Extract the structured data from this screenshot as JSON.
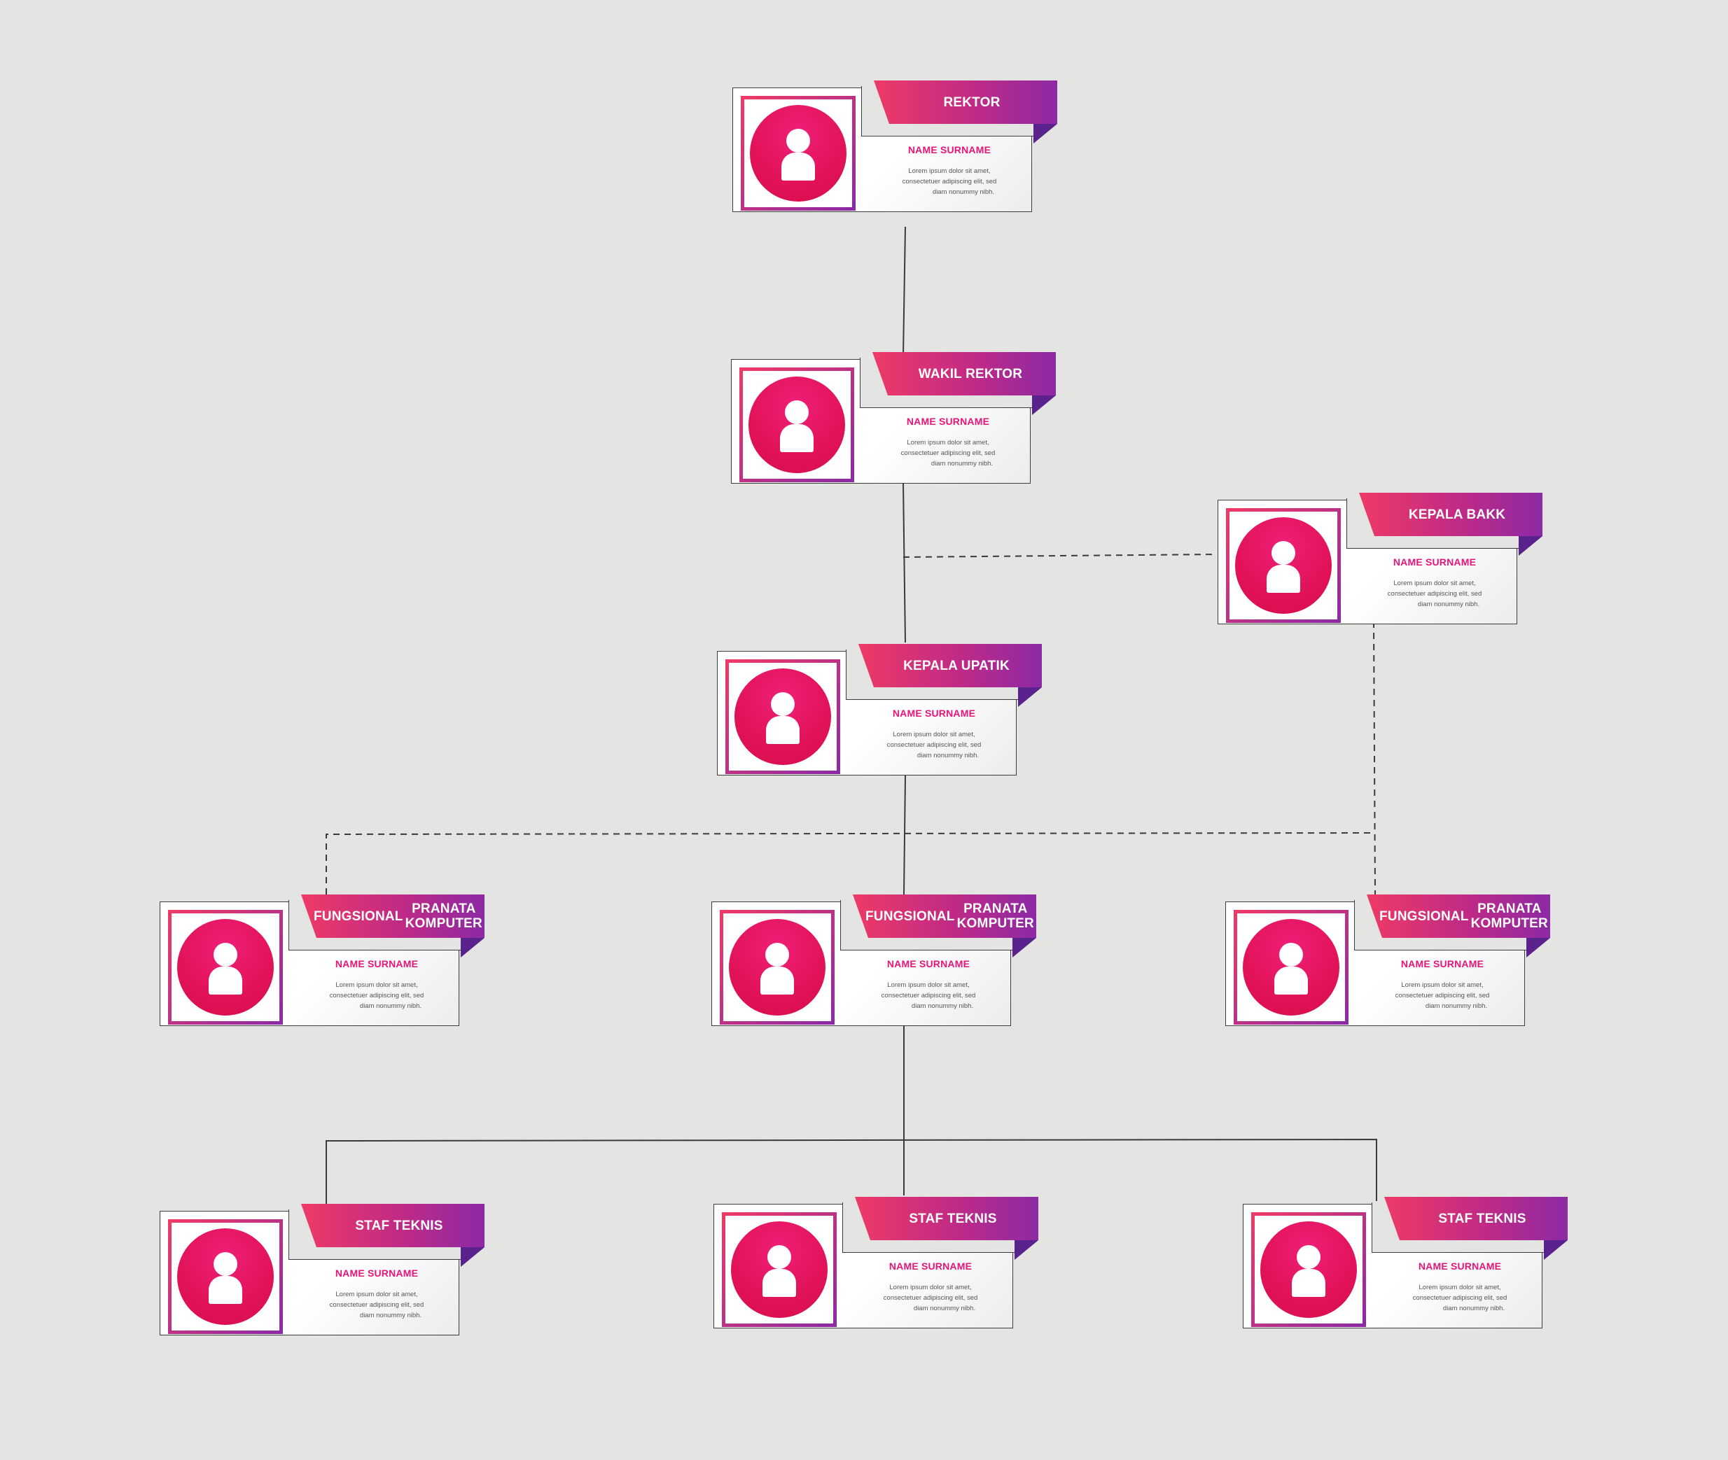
{
  "colors": {
    "background": "#e4e4e2",
    "ribbon_start": "#ee3a66",
    "ribbon_end": "#8c2aa5",
    "name_text": "#e6157a",
    "avatar": "#e21258"
  },
  "icons": {
    "avatar": "person-icon"
  },
  "cards": [
    {
      "id": "rektor",
      "title": [
        "REKTOR"
      ],
      "name": "NAME SURNAME",
      "desc": [
        "Lorem ipsum dolor sit amet,",
        "consectetuer adipiscing elit, sed",
        "diam nonummy nibh."
      ]
    },
    {
      "id": "wakil-rektor",
      "title": [
        "WAKIL REKTOR"
      ],
      "name": "NAME SURNAME",
      "desc": [
        "Lorem ipsum dolor sit amet,",
        "consectetuer adipiscing elit, sed",
        "diam nonummy nibh."
      ]
    },
    {
      "id": "kepala-bakk",
      "title": [
        "KEPALA BAKK"
      ],
      "name": "NAME SURNAME",
      "desc": [
        "Lorem ipsum dolor sit amet,",
        "consectetuer adipiscing elit, sed",
        "diam nonummy nibh."
      ]
    },
    {
      "id": "kepala-upatik",
      "title": [
        "KEPALA UPATIK"
      ],
      "name": "NAME SURNAME",
      "desc": [
        "Lorem ipsum dolor sit amet,",
        "consectetuer adipiscing elit, sed",
        "diam nonummy nibh."
      ]
    },
    {
      "id": "fungsional-1",
      "title": [
        "FUNGSIONAL",
        "PRANATA KOMPUTER"
      ],
      "name": "NAME SURNAME",
      "desc": [
        "Lorem ipsum dolor sit amet,",
        "consectetuer adipiscing elit, sed",
        "diam nonummy nibh."
      ]
    },
    {
      "id": "fungsional-2",
      "title": [
        "FUNGSIONAL",
        "PRANATA KOMPUTER"
      ],
      "name": "NAME SURNAME",
      "desc": [
        "Lorem ipsum dolor sit amet,",
        "consectetuer adipiscing elit, sed",
        "diam nonummy nibh."
      ]
    },
    {
      "id": "fungsional-3",
      "title": [
        "FUNGSIONAL",
        "PRANATA KOMPUTER"
      ],
      "name": "NAME SURNAME",
      "desc": [
        "Lorem ipsum dolor sit amet,",
        "consectetuer adipiscing elit, sed",
        "diam nonummy nibh."
      ]
    },
    {
      "id": "staf-teknis-1",
      "title": [
        "STAF TEKNIS"
      ],
      "name": "NAME SURNAME",
      "desc": [
        "Lorem ipsum dolor sit amet,",
        "consectetuer adipiscing elit, sed",
        "diam nonummy nibh."
      ]
    },
    {
      "id": "staf-teknis-2",
      "title": [
        "STAF TEKNIS"
      ],
      "name": "NAME SURNAME",
      "desc": [
        "Lorem ipsum dolor sit amet,",
        "consectetuer adipiscing elit, sed",
        "diam nonummy nibh."
      ]
    },
    {
      "id": "staf-teknis-3",
      "title": [
        "STAF TEKNIS"
      ],
      "name": "NAME SURNAME",
      "desc": [
        "Lorem ipsum dolor sit amet,",
        "consectetuer adipiscing elit, sed",
        "diam nonummy nibh."
      ]
    }
  ]
}
